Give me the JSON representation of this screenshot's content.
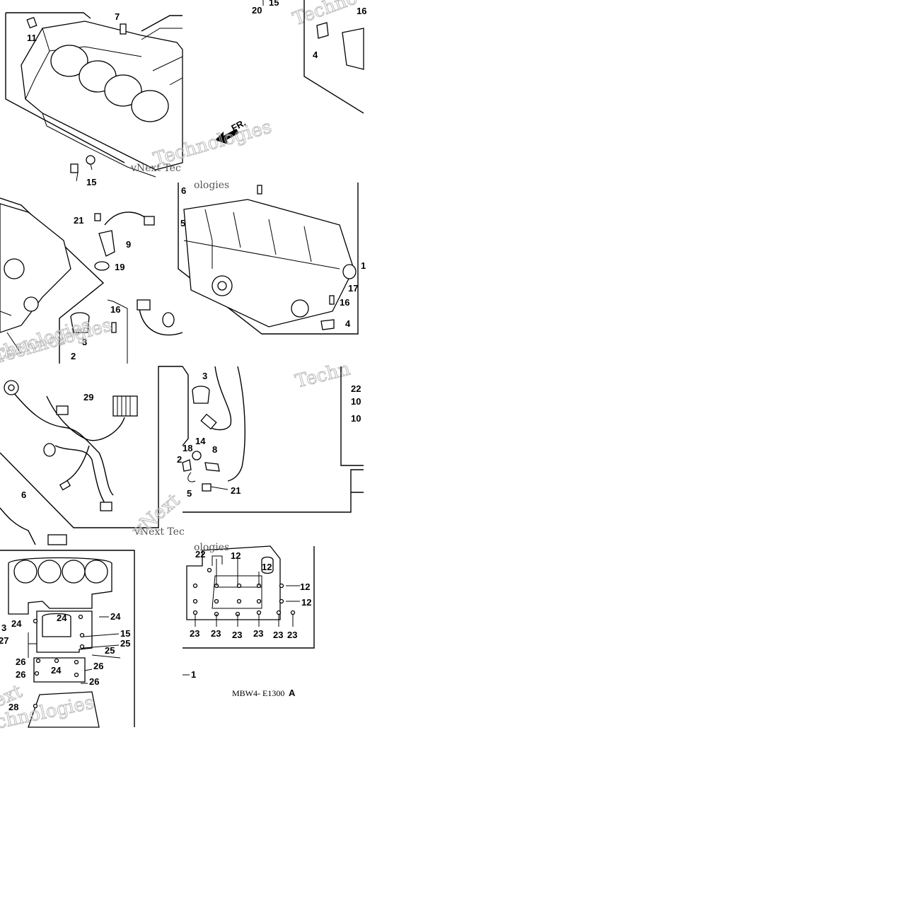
{
  "diagram": {
    "code": "MBW4- E1300",
    "code_suffix": "A",
    "front_marker": "FR.",
    "watermark": {
      "brand": "Techno",
      "brand2": "Technologies",
      "brand3": "Technologies",
      "prefix": "vNext Tec",
      "prefix2": "vNext",
      "prefix3": "vNext Tec",
      "suffix": "ologies",
      "suffix2": "Techn",
      "suffix3": "ologies",
      "fragment1": "chnologies",
      "fragment2": "chnologies",
      "fragment3": "ext"
    },
    "callouts": {
      "p1": [
        "11",
        "7",
        "15"
      ],
      "p2": [
        "20",
        "15",
        "4",
        "16"
      ],
      "p3": [
        "21",
        "9",
        "19",
        "3",
        "16",
        "2"
      ],
      "p4": [
        "6",
        "5",
        "17",
        "16",
        "4",
        "1"
      ],
      "p5": [
        "29",
        "6"
      ],
      "p6": [
        "3",
        "18",
        "14",
        "8",
        "2",
        "5",
        "21"
      ],
      "p7": [
        "22",
        "10",
        "10"
      ],
      "p8": [
        "3",
        "24",
        "24",
        "24",
        "27",
        "15",
        "25",
        "25",
        "26",
        "24",
        "26",
        "26",
        "26",
        "28"
      ],
      "p9": [
        "22",
        "12",
        "12",
        "12",
        "12",
        "23",
        "23",
        "23",
        "23",
        "23",
        "23",
        "1"
      ]
    }
  }
}
